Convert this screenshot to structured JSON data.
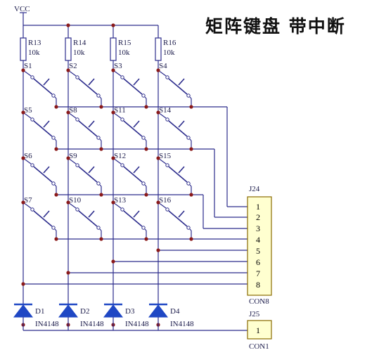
{
  "title": "矩阵键盘 带中断",
  "power": "VCC",
  "resistors": [
    {
      "ref": "R13",
      "value": "10k"
    },
    {
      "ref": "R14",
      "value": "10k"
    },
    {
      "ref": "R15",
      "value": "10k"
    },
    {
      "ref": "R16",
      "value": "10k"
    }
  ],
  "switches": [
    [
      "S1",
      "S2",
      "S3",
      "S4"
    ],
    [
      "S5",
      "S8",
      "S11",
      "S14"
    ],
    [
      "S6",
      "S9",
      "S12",
      "S15"
    ],
    [
      "S7",
      "S10",
      "S13",
      "S16"
    ]
  ],
  "diodes": [
    {
      "ref": "D1",
      "part": "IN4148"
    },
    {
      "ref": "D2",
      "part": "IN4148"
    },
    {
      "ref": "D3",
      "part": "IN4148"
    },
    {
      "ref": "D4",
      "part": "IN4148"
    }
  ],
  "connectors": [
    {
      "ref": "J24",
      "type": "CON8",
      "pins": [
        "1",
        "2",
        "3",
        "4",
        "5",
        "6",
        "7",
        "8"
      ]
    },
    {
      "ref": "J25",
      "type": "CON1",
      "pins": [
        "1"
      ]
    }
  ],
  "colors": {
    "wire": "#2c2c8c",
    "junction": "#8b1a1a",
    "diode": "#1f47c4",
    "connector_fill": "#ffffd0",
    "connector_border": "#8a6a00"
  }
}
